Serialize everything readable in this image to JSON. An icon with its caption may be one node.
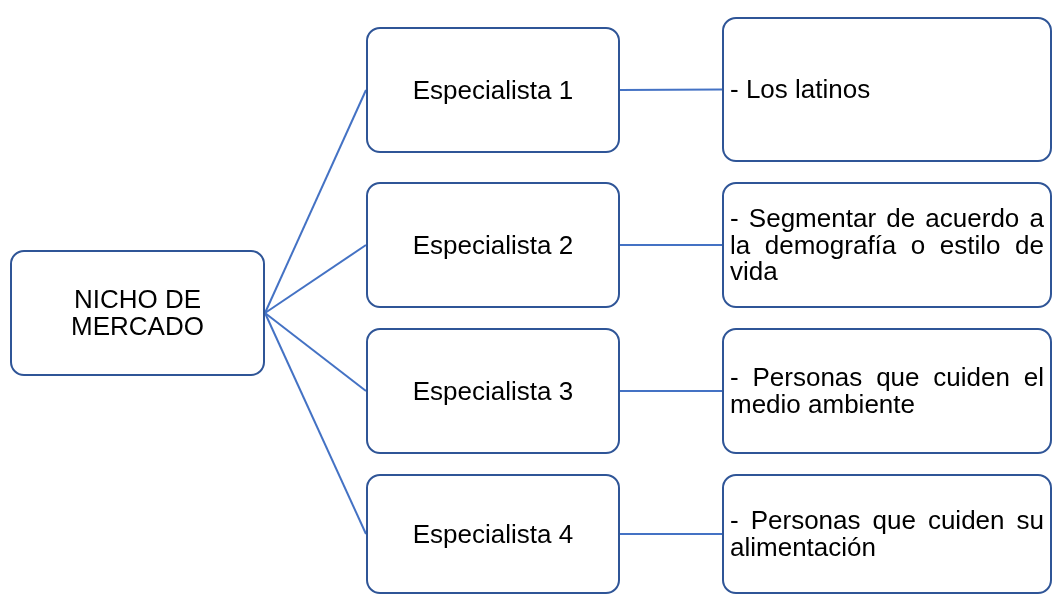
{
  "diagram": {
    "nodes": [
      {
        "text": [
          "NICHO DE MERCADO"
        ]
      },
      {
        "text": [
          "Especialista 1"
        ]
      },
      {
        "text": [
          "Especialista 2"
        ]
      },
      {
        "text": [
          "Especialista 3"
        ]
      },
      {
        "text": [
          "Especialista 4"
        ]
      },
      {
        "text": [
          "- Los latinos"
        ]
      },
      {
        "text": [
          "- Segmentar de acuerdo a la demografía o estilo de vida"
        ]
      },
      {
        "text": [
          "- Personas que cuiden el medio ambiente"
        ]
      },
      {
        "text": [
          "- Personas que cuiden su alimentación"
        ]
      }
    ],
    "edges": [
      {
        "from": 0,
        "to": 1,
        "arrow": "none"
      },
      {
        "from": 0,
        "to": 2,
        "arrow": "none"
      },
      {
        "from": 0,
        "to": 3,
        "arrow": "none"
      },
      {
        "from": 0,
        "to": 4,
        "arrow": "none"
      },
      {
        "from": 1,
        "to": 5,
        "arrow": "none"
      },
      {
        "from": 2,
        "to": 6,
        "arrow": "none"
      },
      {
        "from": 3,
        "to": 7,
        "arrow": "none"
      },
      {
        "from": 4,
        "to": 8,
        "arrow": "none"
      }
    ]
  }
}
